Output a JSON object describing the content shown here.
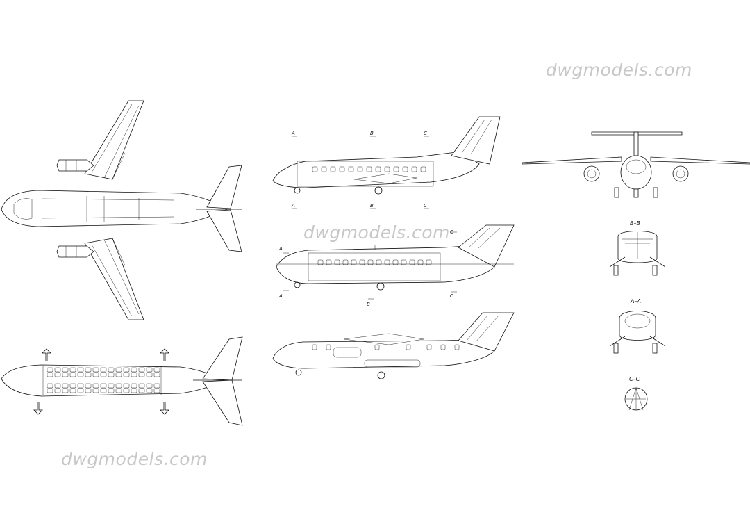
{
  "watermarks": [
    "dwgmodels.com",
    "dwgmodels.com",
    "dwgmodels.com"
  ],
  "section_marks": {
    "a": "A",
    "b": "B",
    "c": "C"
  },
  "section_titles": {
    "bb": "B–B",
    "aa": "A–A",
    "cc": "C–C"
  }
}
